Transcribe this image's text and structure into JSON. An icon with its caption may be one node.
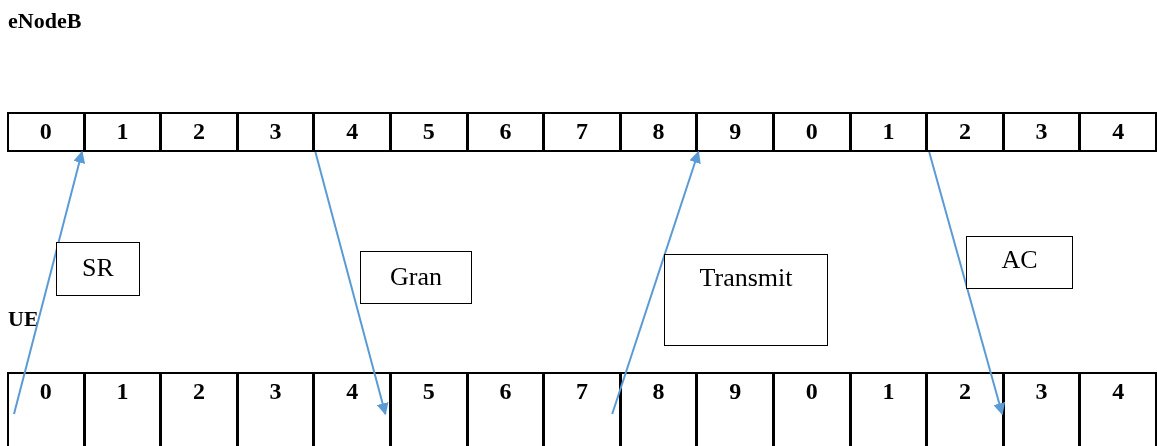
{
  "diagram": {
    "nodes": [
      {
        "text": [
          "0"
        ]
      },
      {
        "text": [
          "1"
        ]
      },
      {
        "text": [
          "2"
        ]
      },
      {
        "text": [
          "3"
        ]
      },
      {
        "text": [
          "4"
        ]
      },
      {
        "text": [
          "5"
        ]
      },
      {
        "text": [
          "6"
        ]
      },
      {
        "text": [
          "7"
        ]
      },
      {
        "text": [
          "8"
        ]
      },
      {
        "text": [
          "9"
        ]
      },
      {
        "text": [
          "0"
        ]
      },
      {
        "text": [
          "1"
        ]
      },
      {
        "text": [
          "2"
        ]
      },
      {
        "text": [
          "3"
        ]
      },
      {
        "text": [
          "4"
        ]
      },
      {
        "text": [
          "0"
        ]
      },
      {
        "text": [
          "1"
        ]
      },
      {
        "text": [
          "2"
        ]
      },
      {
        "text": [
          "3"
        ]
      },
      {
        "text": [
          "4"
        ]
      },
      {
        "text": [
          "5"
        ]
      },
      {
        "text": [
          "6"
        ]
      },
      {
        "text": [
          "7"
        ]
      },
      {
        "text": [
          "8"
        ]
      },
      {
        "text": [
          "9"
        ]
      },
      {
        "text": [
          "0"
        ]
      },
      {
        "text": [
          "1"
        ]
      },
      {
        "text": [
          "2"
        ]
      },
      {
        "text": [
          "3"
        ]
      },
      {
        "text": [
          "4"
        ]
      },
      {
        "text": [
          "SR"
        ]
      },
      {
        "text": [
          "Gran"
        ]
      },
      {
        "text": [
          "Transmit"
        ]
      },
      {
        "text": [
          "AC"
        ]
      }
    ],
    "edges": [
      {
        "from": 15,
        "to": 0,
        "arrow": "to"
      },
      {
        "from": 4,
        "to": 19,
        "arrow": "to"
      },
      {
        "from": 22,
        "to": 9,
        "arrow": "to"
      },
      {
        "from": 12,
        "to": 27,
        "arrow": "to"
      }
    ],
    "labels": [
      "eNodeB",
      "UE"
    ]
  }
}
